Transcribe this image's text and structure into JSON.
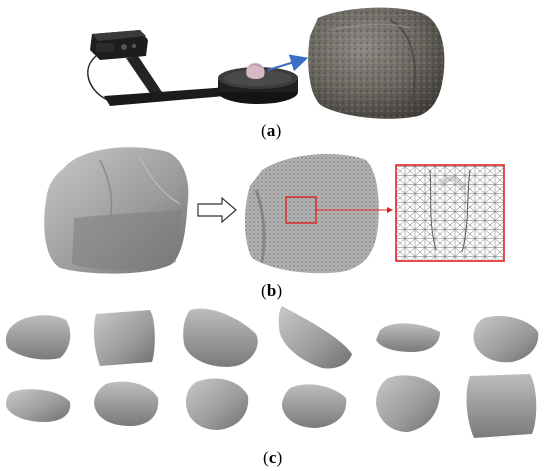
{
  "figure": {
    "panels": [
      {
        "id": "a",
        "label_open": "(",
        "letter": "a",
        "label_close": ")"
      },
      {
        "id": "b",
        "label_open": "(",
        "letter": "b",
        "label_close": ")"
      },
      {
        "id": "c",
        "label_open": "(",
        "letter": "c",
        "label_close": ")"
      }
    ],
    "colors": {
      "scanner_body": "#1d1d1d",
      "turntable": "#222222",
      "sample_pink": "#d8b7c6",
      "arrow_blue": "#3a6fc4",
      "rock_photo": "#6f6c66",
      "mesh_gray": "#a8a8a8",
      "zoom_box_red": "#e02020",
      "model_gray": "#9e9e9e"
    }
  }
}
